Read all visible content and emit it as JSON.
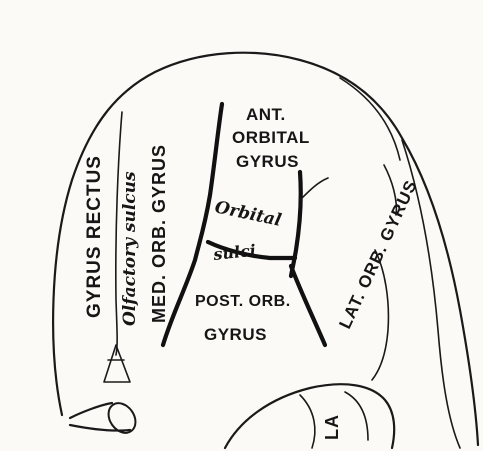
{
  "labels": {
    "gyrus_rectus": "GYRUS RECTUS",
    "olfactory_sulcus": "Olfactory sulcus",
    "med_orb_gyrus": "MED. ORB. GYRUS",
    "ant_orbital_line1": "ANT.",
    "ant_orbital_line2": "ORBITAL",
    "ant_orbital_line3": "GYRUS",
    "orbital_sulci_line1": "Orbital",
    "orbital_sulci_line2": "sulci",
    "lat_orb_gyrus": "LAT. ORB. GYRUS",
    "post_orb_line1": "POST. ORB.",
    "post_orb_line2": "GYRUS",
    "la_fragment": "LA"
  },
  "colors": {
    "ink": "#161616",
    "paper": "#fbfaf7"
  }
}
